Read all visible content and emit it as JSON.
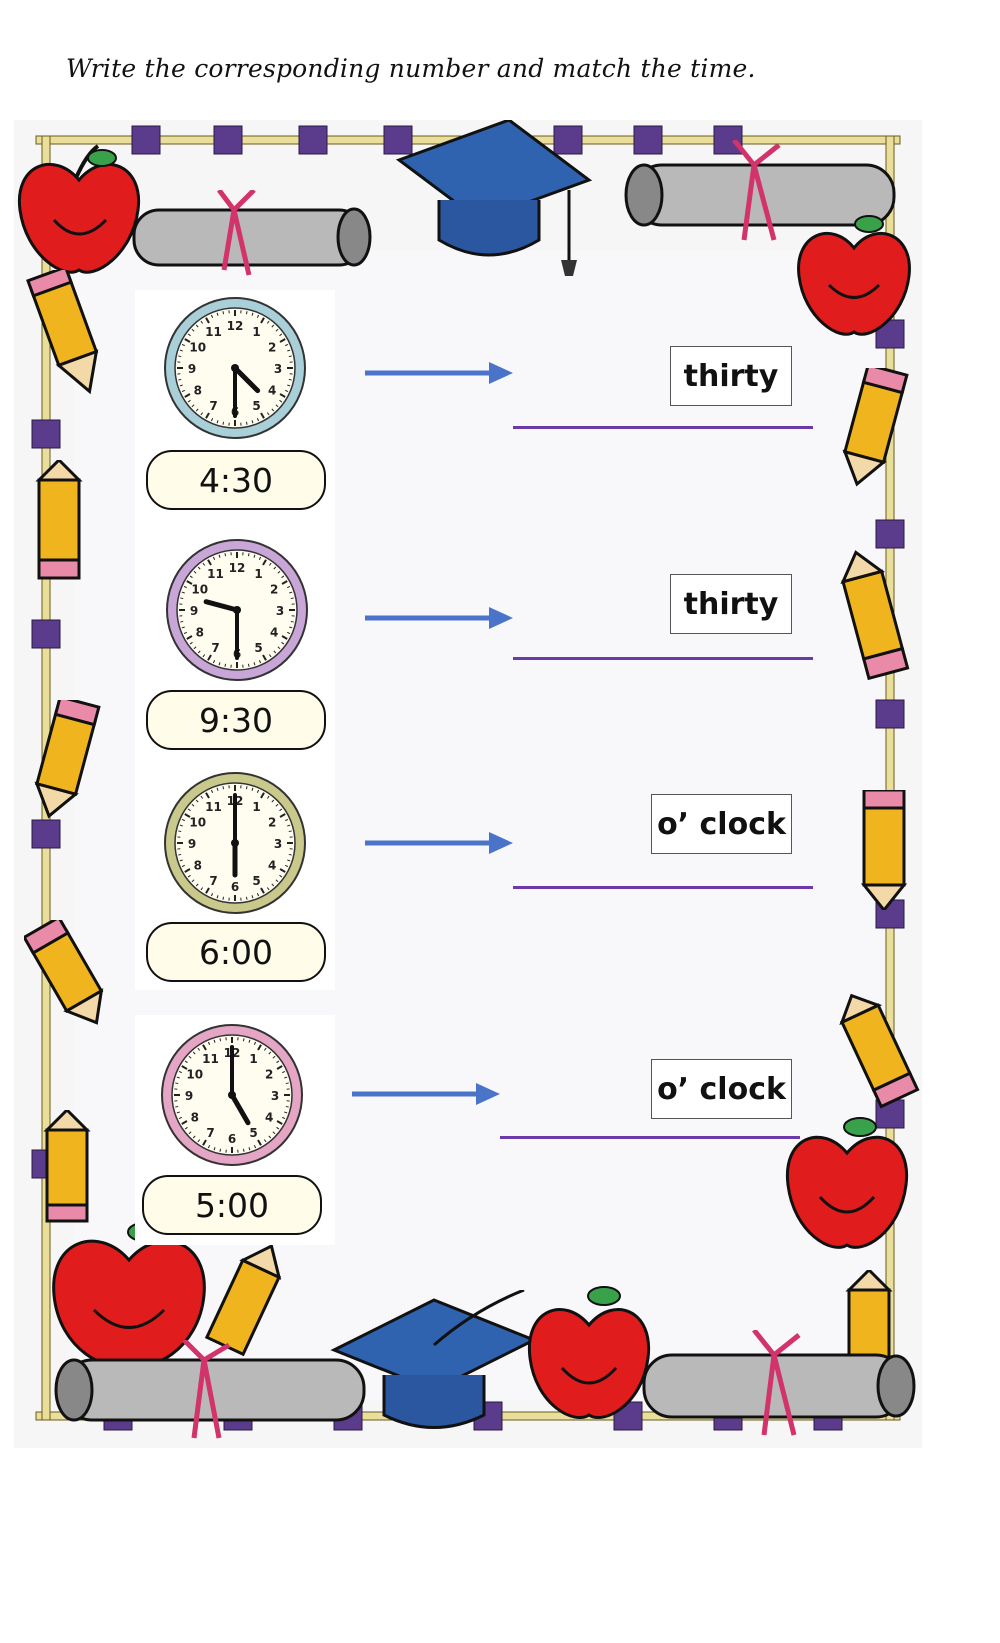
{
  "instruction": "Write the corresponding number and match the time.",
  "colors": {
    "arrow": "#4a74c9",
    "answer_line": "#6b3aa8",
    "pill_fill": "#fffcea",
    "frame_purple": "#5b3b8c",
    "apple": "#e01c1c",
    "pencil": "#f0b51e",
    "cap": "#2f63b0"
  },
  "items": [
    {
      "clock": {
        "hour": 4,
        "minute": 30,
        "ring": "#a9d0d8"
      },
      "time_label": "4:30",
      "word": "thirty"
    },
    {
      "clock": {
        "hour": 9,
        "minute": 30,
        "ring": "#c9a6d8"
      },
      "time_label": "9:30",
      "word": "thirty"
    },
    {
      "clock": {
        "hour": 6,
        "minute": 0,
        "ring": "#c9c98c"
      },
      "time_label": "6:00",
      "word": "o’ clock"
    },
    {
      "clock": {
        "hour": 5,
        "minute": 0,
        "ring": "#e4a6c4"
      },
      "time_label": "5:00",
      "word": "o’ clock"
    }
  ],
  "clock_numbers": [
    "12",
    "1",
    "2",
    "3",
    "4",
    "5",
    "6",
    "7",
    "8",
    "9",
    "10",
    "11"
  ],
  "decorations": [
    "apple-icon",
    "pencil-icon",
    "graduation-cap-icon",
    "diploma-scroll-icon"
  ]
}
